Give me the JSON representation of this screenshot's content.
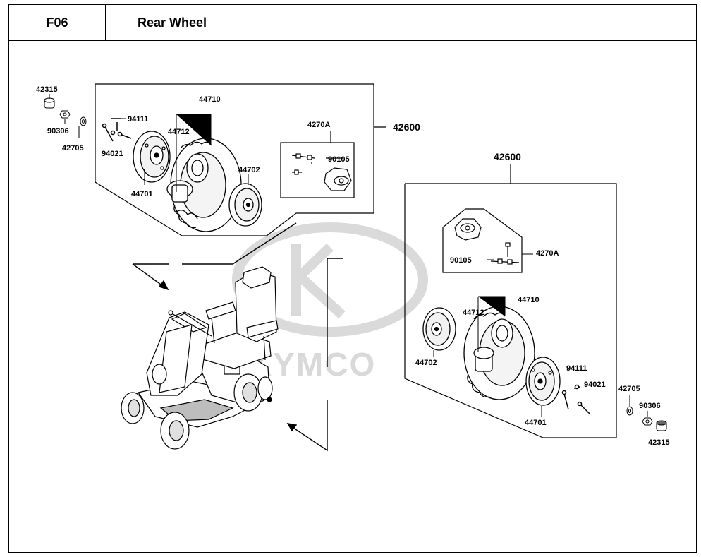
{
  "header": {
    "code": "F06",
    "title": "Rear Wheel"
  },
  "watermark": {
    "brand": "KYMCO",
    "color": "#d8d8d8"
  },
  "assembly_left": {
    "group": "42600",
    "parts": {
      "cap": "42315",
      "nut": "90306",
      "washer": "42705",
      "bolt": "94111",
      "spring_washer": "94021",
      "hub_cover": "44701",
      "rim_inner": "44712",
      "tire": "44710",
      "rim_outer": "44702",
      "hub_kit": "4270A",
      "hub_bolt": "90105"
    }
  },
  "assembly_right": {
    "group": "42600",
    "parts": {
      "hub_kit": "4270A",
      "hub_bolt": "90105",
      "tire": "44710",
      "rim_inner": "44712",
      "rim_outer": "44702",
      "bolt": "94111",
      "spring_washer": "94021",
      "hub_cover": "44701",
      "washer": "42705",
      "nut": "90306",
      "cap": "42315"
    }
  }
}
